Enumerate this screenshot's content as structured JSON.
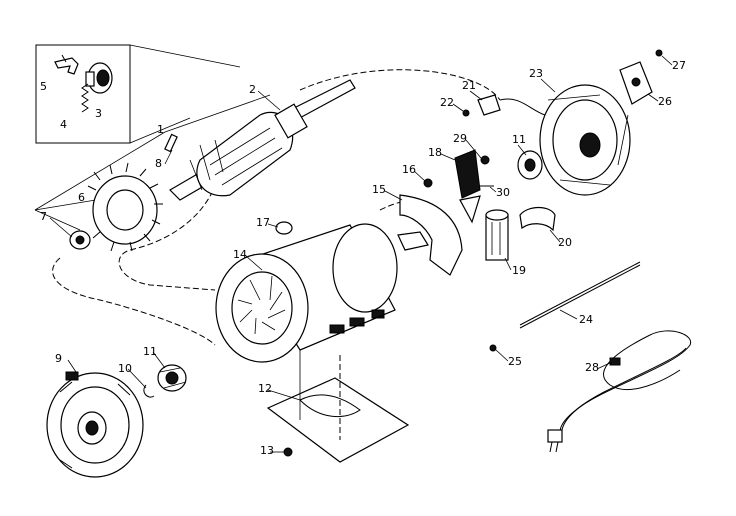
{
  "diagram": {
    "parts": [
      {
        "id": "p1",
        "label": "1",
        "icon": "armature-assembly-bracket"
      },
      {
        "id": "p2",
        "label": "2",
        "icon": "armature-shaft"
      },
      {
        "id": "p3",
        "label": "3",
        "icon": "brush-holder"
      },
      {
        "id": "p4",
        "label": "4",
        "icon": "spring"
      },
      {
        "id": "p5",
        "label": "5",
        "icon": "clip"
      },
      {
        "id": "p6",
        "label": "6",
        "icon": "fan"
      },
      {
        "id": "p7",
        "label": "7",
        "icon": "washer"
      },
      {
        "id": "p8",
        "label": "8",
        "icon": "key"
      },
      {
        "id": "p9",
        "label": "9",
        "icon": "end-bell-front"
      },
      {
        "id": "p10",
        "label": "10",
        "icon": "retaining-ring"
      },
      {
        "id": "p11a",
        "label": "11",
        "icon": "bearing"
      },
      {
        "id": "p11b",
        "label": "11",
        "icon": "bearing"
      },
      {
        "id": "p12",
        "label": "12",
        "icon": "base"
      },
      {
        "id": "p13",
        "label": "13",
        "icon": "screw"
      },
      {
        "id": "p14",
        "label": "14",
        "icon": "stator-housing"
      },
      {
        "id": "p15",
        "label": "15",
        "icon": "switch-bracket"
      },
      {
        "id": "p16",
        "label": "16",
        "icon": "screw"
      },
      {
        "id": "p17",
        "label": "17",
        "icon": "spring-clip"
      },
      {
        "id": "p18",
        "label": "18",
        "icon": "switch"
      },
      {
        "id": "p19",
        "label": "19",
        "icon": "capacitor"
      },
      {
        "id": "p20",
        "label": "20",
        "icon": "capacitor-clamp"
      },
      {
        "id": "p21",
        "label": "21",
        "icon": "terminal"
      },
      {
        "id": "p22",
        "label": "22",
        "icon": "screw"
      },
      {
        "id": "p23",
        "label": "23",
        "icon": "end-bell-rear"
      },
      {
        "id": "p24",
        "label": "24",
        "icon": "through-bolt"
      },
      {
        "id": "p25",
        "label": "25",
        "icon": "nut"
      },
      {
        "id": "p26",
        "label": "26",
        "icon": "cover-plate"
      },
      {
        "id": "p27",
        "label": "27",
        "icon": "screw"
      },
      {
        "id": "p28",
        "label": "28",
        "icon": "power-cord"
      },
      {
        "id": "p29",
        "label": "29",
        "icon": "nut"
      },
      {
        "id": "p30",
        "label": "30",
        "icon": "screw"
      }
    ]
  }
}
